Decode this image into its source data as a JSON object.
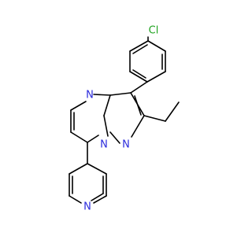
{
  "atoms": {
    "chlorine": {
      "text": "Cl",
      "color": "#1fa31f"
    },
    "n4": {
      "text": "N",
      "color": "#2b2bdc"
    },
    "n_bridge": {
      "text": "N",
      "color": "#2b2bdc"
    },
    "n1": {
      "text": "N",
      "color": "#2b2bdc"
    },
    "n_pyridine": {
      "text": "N",
      "color": "#2b2bdc"
    }
  }
}
